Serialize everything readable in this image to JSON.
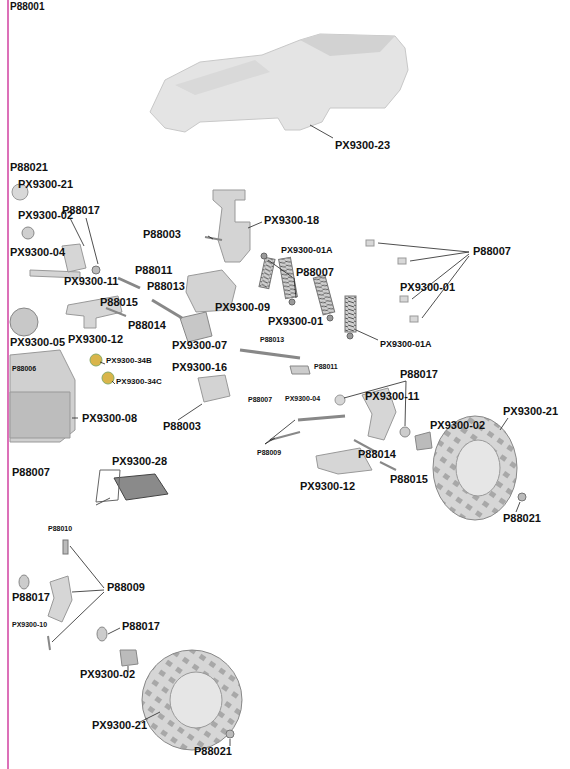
{
  "diagram": {
    "labels": [
      "P88001",
      "PX9300-23",
      "P88021",
      "PX9300-21",
      "PX9300-02",
      "P88017",
      "PX9300-04",
      "PX9300-11",
      "P88011",
      "P88013",
      "P88015",
      "P88014",
      "PX9300-12",
      "PX9300-05",
      "PX9300-34B",
      "PX9300-34C",
      "P88006",
      "PX9300-08",
      "P88003",
      "PX9300-18",
      "PX9300-01A",
      "P88007",
      "PX9300-09",
      "PX9300-01",
      "PX9300-07",
      "PX9300-01A",
      "P88007",
      "PX9300-01",
      "P88013",
      "P88011",
      "PX9300-16",
      "P88007",
      "PX9300-04",
      "P88017",
      "PX9300-11",
      "PX9300-02",
      "PX9300-21",
      "P88003",
      "P88009",
      "P88014",
      "P88015",
      "PX9300-12",
      "P88021",
      "PX9300-28",
      "P88007",
      "P88010",
      "P88009",
      "P88017",
      "PX9300-10",
      "P88017",
      "PX9300-02",
      "PX9300-21",
      "P88021"
    ]
  }
}
